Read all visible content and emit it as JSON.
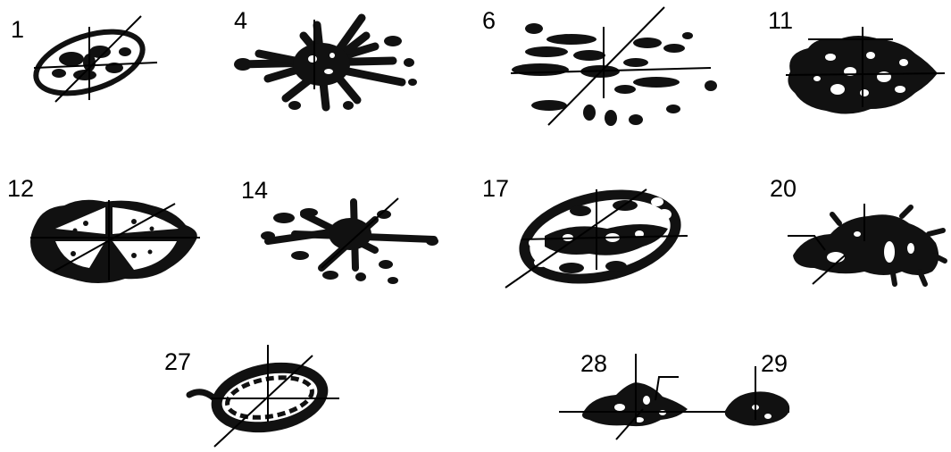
{
  "figures": [
    {
      "id": "fig-1",
      "label": "1"
    },
    {
      "id": "fig-4",
      "label": "4"
    },
    {
      "id": "fig-6",
      "label": "6"
    },
    {
      "id": "fig-11",
      "label": "11"
    },
    {
      "id": "fig-12",
      "label": "12"
    },
    {
      "id": "fig-14",
      "label": "14"
    },
    {
      "id": "fig-17",
      "label": "17"
    },
    {
      "id": "fig-20",
      "label": "20"
    },
    {
      "id": "fig-27",
      "label": "27"
    },
    {
      "id": "fig-28",
      "label": "28"
    },
    {
      "id": "fig-29",
      "label": "29"
    }
  ],
  "colors": {
    "ink": "#111111",
    "background": "#ffffff"
  }
}
